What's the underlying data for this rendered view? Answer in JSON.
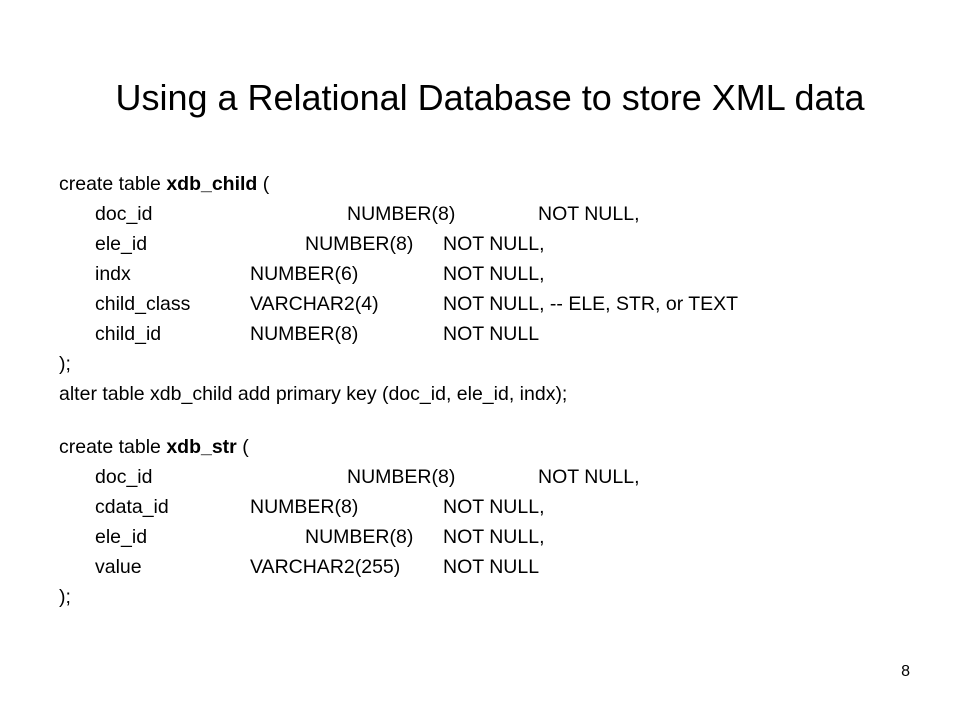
{
  "slide": {
    "title": "Using a Relational Database to store XML data",
    "page_number": "8",
    "text_color": "#000000",
    "background_color": "#ffffff"
  },
  "child_table": {
    "create_prefix": "create table ",
    "name": "xdb_child",
    "open_paren": " (",
    "rows": [
      {
        "column": "doc_id",
        "type": "NUMBER(8)",
        "constraint": "NOT NULL,"
      },
      {
        "column": "ele_id",
        "type": "NUMBER(8)",
        "constraint": "NOT NULL,"
      },
      {
        "column": "indx",
        "type": "NUMBER(6)",
        "constraint": "NOT NULL,"
      },
      {
        "column": "child_class",
        "type": "VARCHAR2(4)",
        "constraint": "NOT NULL, -- ELE, STR, or TEXT"
      },
      {
        "column": "child_id",
        "type": "NUMBER(8)",
        "constraint": "NOT NULL"
      }
    ],
    "close": ");"
  },
  "alter_statement": "alter table xdb_child add primary key (doc_id, ele_id, indx);",
  "str_table": {
    "create_prefix": "create table ",
    "name": "xdb_str",
    "open_paren": " (",
    "rows": [
      {
        "column": "doc_id",
        "type": "NUMBER(8)",
        "constraint": "NOT NULL,"
      },
      {
        "column": "cdata_id",
        "type": "NUMBER(8)",
        "constraint": "NOT NULL,"
      },
      {
        "column": "ele_id",
        "type": "NUMBER(8)",
        "constraint": "NOT NULL,"
      },
      {
        "column": "value",
        "type": "VARCHAR2(255)",
        "constraint": "NOT NULL"
      }
    ],
    "close": ");"
  }
}
